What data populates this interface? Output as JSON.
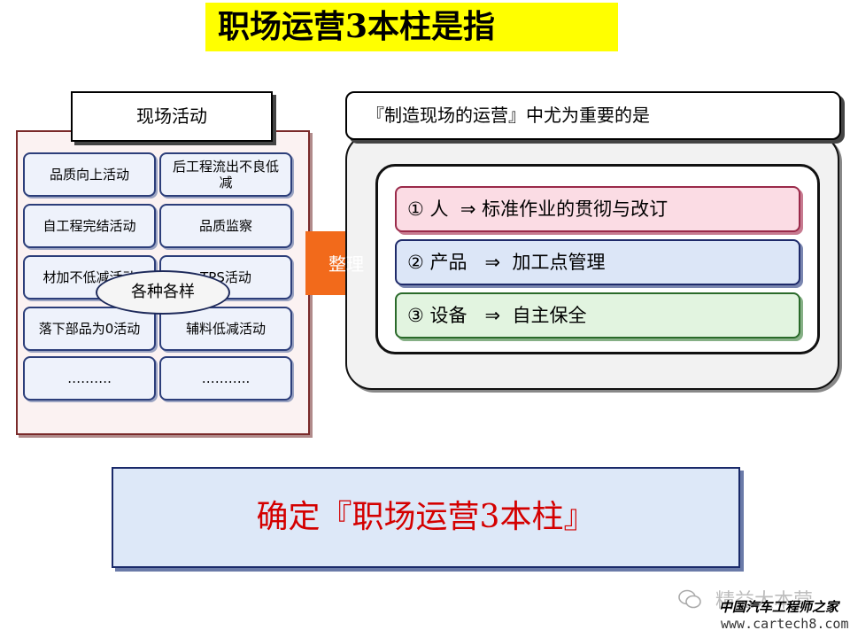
{
  "title": "职场运营3本柱是指",
  "left": {
    "label": "现场活动",
    "activities": [
      "品质向上活动",
      "后工程流出不良低减",
      "自工程完结活动",
      "品质监察",
      "材加不低减活动",
      "TPS活动",
      "落下部品为0活动",
      "辅料低减活动",
      "……….",
      "……….."
    ],
    "overlay": "各种各样"
  },
  "arrow": {
    "label": "整理"
  },
  "right": {
    "label": "『制造现场的运营』中尤为重要的是",
    "pillars": [
      "① 人  ⇒ 标准作业的贯彻与改订",
      "② 产品   ⇒  加工点管理",
      "③ 设备   ⇒  自主保全"
    ]
  },
  "conclusion": "确定『职场运营3本柱』",
  "watermark": {
    "line1": "精益大本营",
    "line2": "中国汽车工程师之家",
    "line3": "www.cartech8.com"
  },
  "colors": {
    "title_bg": "#ffff00",
    "arrow": "#f26a1b",
    "conclusion_text": "#d40000",
    "pillar_1": "#fbdce4",
    "pillar_2": "#dce6f7",
    "pillar_3": "#e2f4e0"
  }
}
